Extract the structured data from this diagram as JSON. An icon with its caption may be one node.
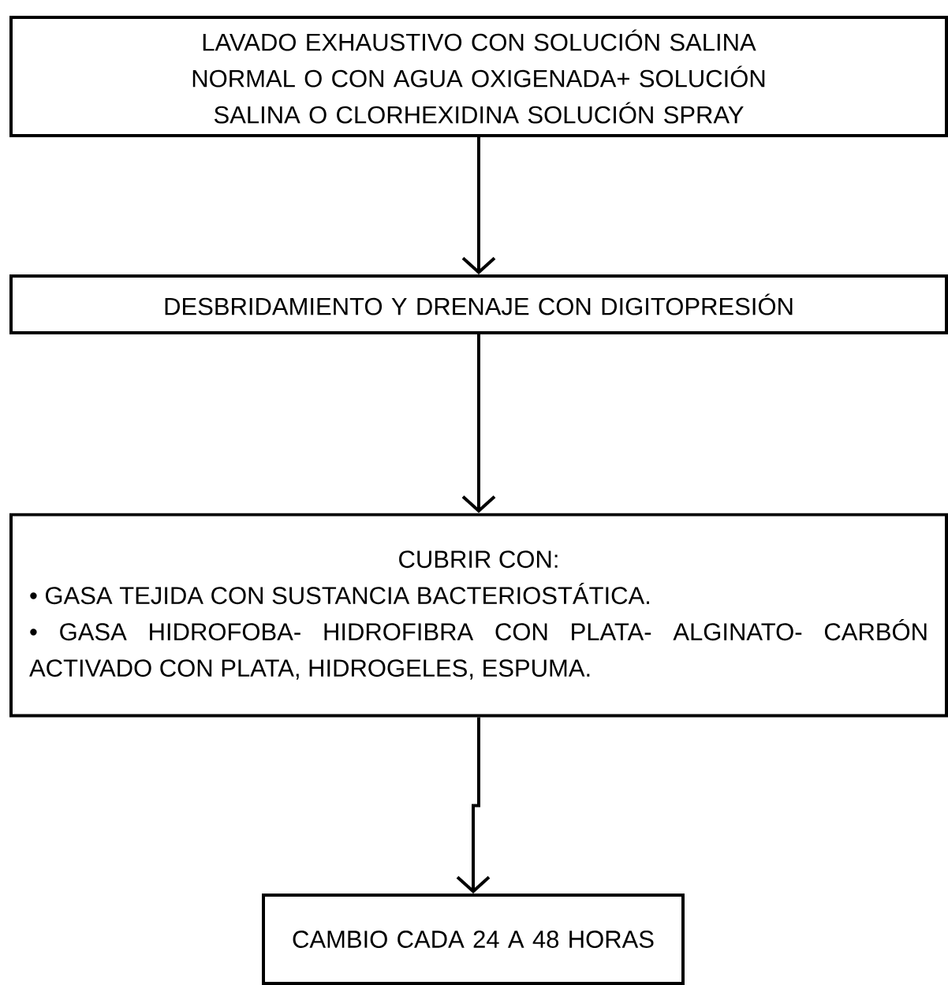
{
  "diagram": {
    "nodes": [
      {
        "text": [
          "LAVADO EXHAUSTIVO CON SOLUCIÓN SALINA NORMAL O CON AGUA OXIGENADA+ SOLUCIÓN SALINA O CLORHEXIDINA SOLUCIÓN SPRAY"
        ]
      },
      {
        "text": [
          "DESBRIDAMIENTO Y DRENAJE CON DIGITOPRESIÓN"
        ]
      },
      {
        "text": [
          "CUBRIR CON:",
          "• GASA TEJIDA CON SUSTANCIA BACTERIOSTÁTICA.",
          "• GASA HIDROFOBA- HIDROFIBRA CON PLATA- ALGINATO- CARBÓN ACTIVADO CON PLATA, HIDROGELES, ESPUMA."
        ]
      },
      {
        "text": [
          "CAMBIO CADA 24 A 48 HORAS"
        ]
      }
    ],
    "edges": [
      {
        "from": 0,
        "to": 1,
        "arrow": "to"
      },
      {
        "from": 1,
        "to": 2,
        "arrow": "to"
      },
      {
        "from": 2,
        "to": 3,
        "arrow": "to"
      }
    ]
  }
}
